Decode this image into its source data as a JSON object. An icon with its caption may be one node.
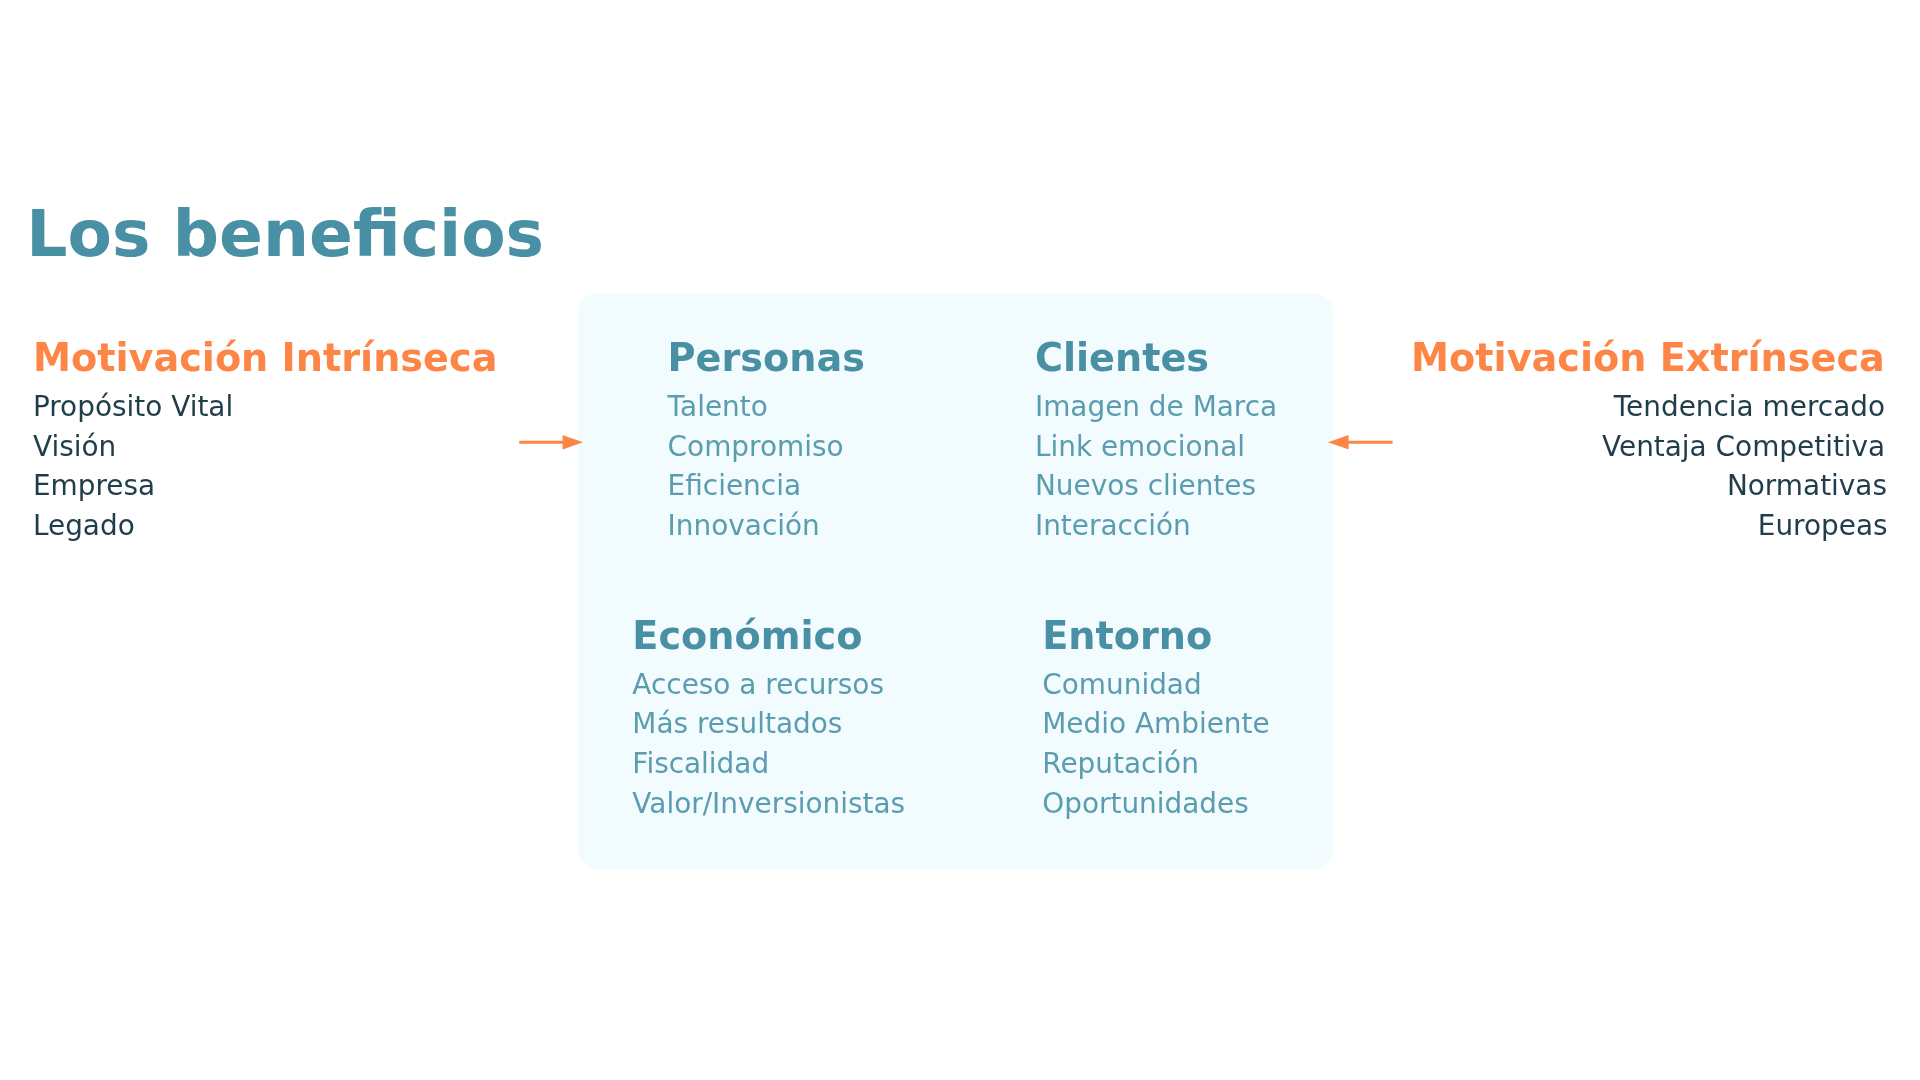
{
  "diagram": {
    "title": "Los beneficios",
    "nodes": [
      {
        "text": [
          "Motivación Intrínseca",
          "Propósito Vital",
          "Visión",
          "Empresa",
          "Legado"
        ]
      },
      {
        "text": [],
        "shape": "box"
      },
      {
        "text": [
          "Personas",
          "Talento",
          "Compromiso",
          "Eficiencia",
          "Innovación"
        ],
        "in": 1
      },
      {
        "text": [
          "Clientes",
          "Imagen de Marca",
          "Link emocional",
          "Nuevos clientes",
          "Interacción"
        ],
        "in": 1
      },
      {
        "text": [
          "Económico",
          "Acceso a recursos",
          "Más resultados",
          "Fiscalidad",
          "Valor/Inversionistas"
        ],
        "in": 1
      },
      {
        "text": [
          "Entorno",
          "Comunidad",
          "Medio Ambiente",
          "Reputación",
          "Oportunidades"
        ],
        "in": 1
      },
      {
        "text": [
          "Motivación Extrínseca",
          "Tendencia mercado",
          "Ventaja Competitiva",
          "Normativas",
          "Europeas"
        ]
      }
    ],
    "edges": [
      {
        "from": 0,
        "to": 1,
        "arrow": "to",
        "color": "#fd8647"
      },
      {
        "from": 6,
        "to": 1,
        "arrow": "to",
        "color": "#fd8647"
      }
    ]
  }
}
